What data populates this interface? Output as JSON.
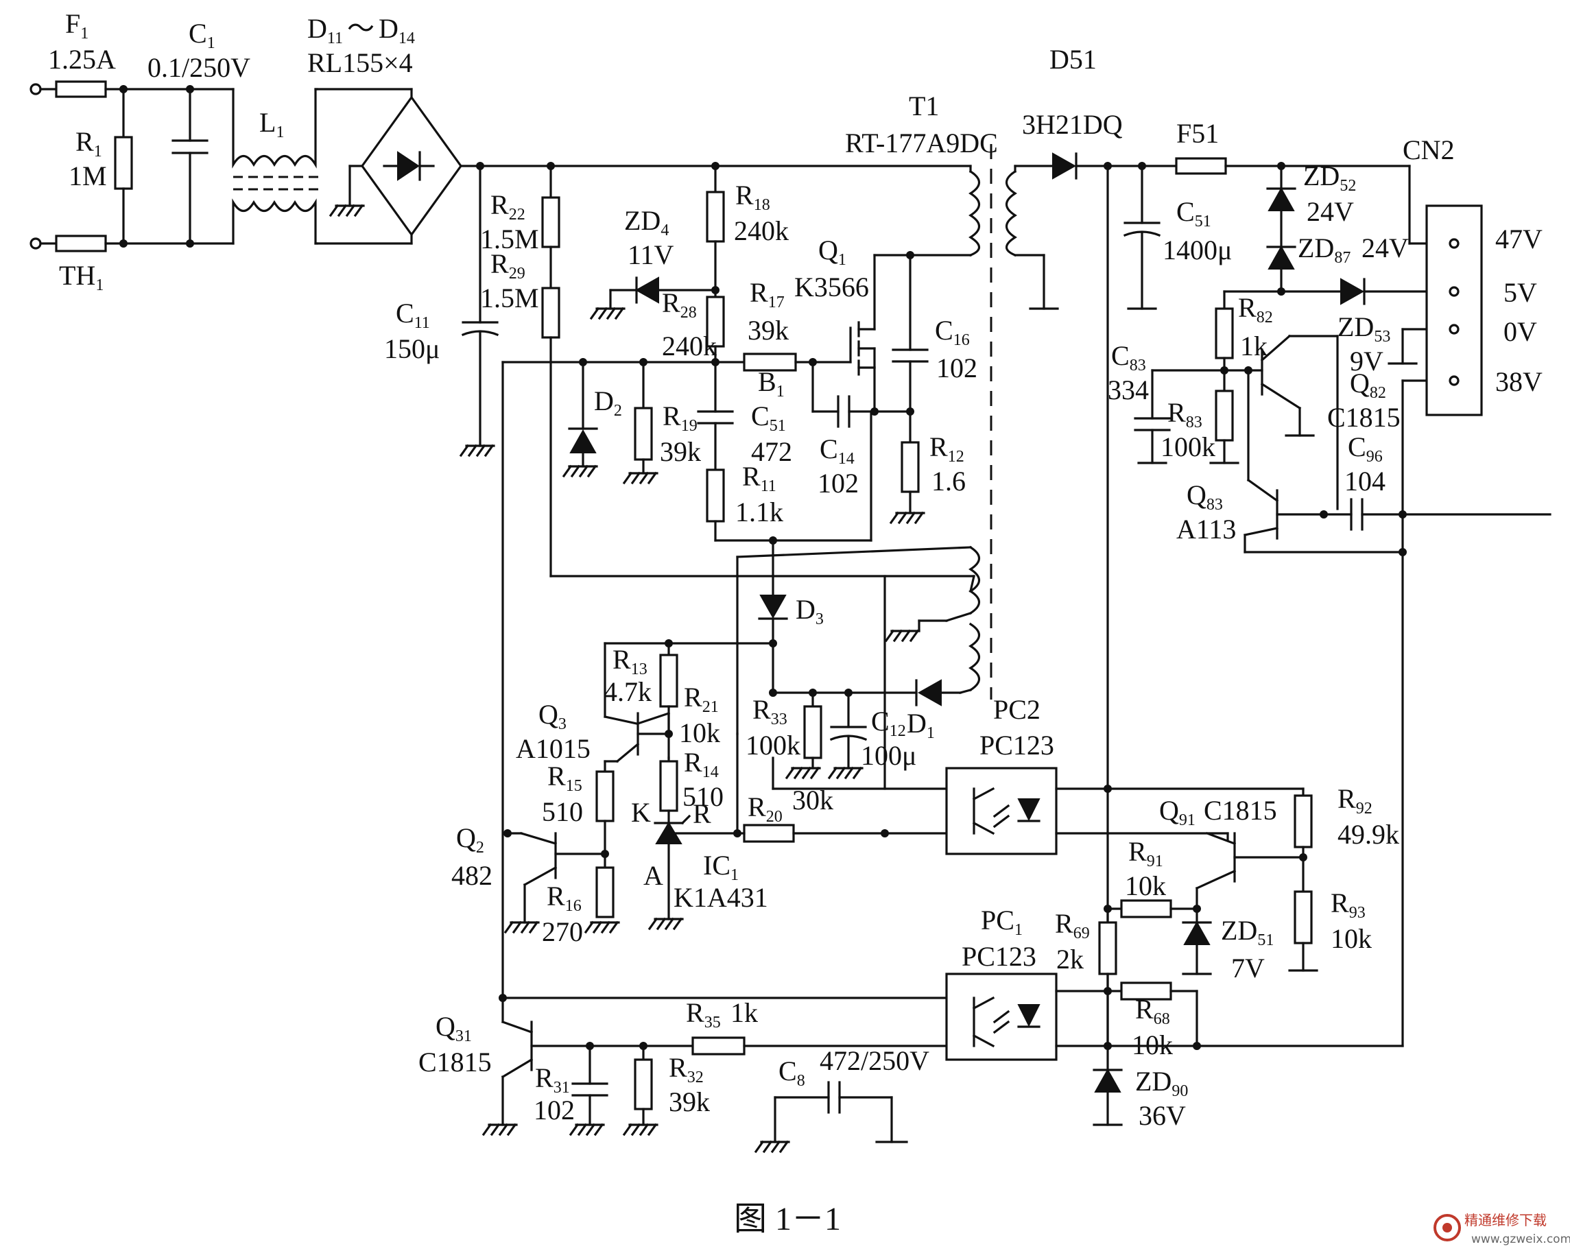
{
  "figure": {
    "caption": "图 1－1",
    "watermark": {
      "title": "精通维修下载",
      "url": "www.gzweix.com"
    }
  },
  "parts": {
    "f1": {
      "ref": "F",
      "sub": "1",
      "value": "1.25A"
    },
    "r1": {
      "ref": "R",
      "sub": "1",
      "value": "1M"
    },
    "th1": {
      "ref": "TH",
      "sub": "1"
    },
    "c1": {
      "ref": "C",
      "sub": "1",
      "value": "0.1/250V"
    },
    "l1": {
      "ref": "L",
      "sub": "1"
    },
    "bridge": {
      "ref_a": "D",
      "sub_a": "11",
      "sep": "～",
      "ref_b": "D",
      "sub_b": "14",
      "value": "RL155×4"
    },
    "r22": {
      "ref": "R",
      "sub": "22",
      "value": "1.5M"
    },
    "r29": {
      "ref": "R",
      "sub": "29",
      "value": "1.5M"
    },
    "c11": {
      "ref": "C",
      "sub": "11",
      "value": "150μ"
    },
    "zd4": {
      "ref": "ZD",
      "sub": "4",
      "value": "11V"
    },
    "r18": {
      "ref": "R",
      "sub": "18",
      "value": "240k"
    },
    "r28": {
      "ref": "R",
      "sub": "28",
      "value": "240k"
    },
    "r17": {
      "ref": "R",
      "sub": "17",
      "value": "39k"
    },
    "b1": {
      "ref": "B",
      "sub": "1"
    },
    "d2": {
      "ref": "D",
      "sub": "2"
    },
    "r19": {
      "ref": "R",
      "sub": "19",
      "value": "39k"
    },
    "c51a": {
      "ref": "C",
      "sub": "51",
      "value": "472"
    },
    "r11": {
      "ref": "R",
      "sub": "11",
      "value": "1.1k"
    },
    "c14": {
      "ref": "C",
      "sub": "14",
      "value": "102"
    },
    "q1": {
      "ref": "Q",
      "sub": "1",
      "value": "K3566"
    },
    "c16": {
      "ref": "C",
      "sub": "16",
      "value": "102"
    },
    "r12": {
      "ref": "R",
      "sub": "12",
      "value": "1.6"
    },
    "t1": {
      "ref": "T1",
      "value": "RT-177A9DC"
    },
    "d3": {
      "ref": "D",
      "sub": "3"
    },
    "d1": {
      "ref": "D",
      "sub": "1"
    },
    "c12": {
      "ref": "C",
      "sub": "12",
      "value": "100μ"
    },
    "r33": {
      "ref": "R",
      "sub": "33",
      "value": "100k"
    },
    "r13": {
      "ref": "R",
      "sub": "13",
      "value": "4.7k"
    },
    "r21": {
      "ref": "R",
      "sub": "21",
      "value": "10k"
    },
    "q3": {
      "ref": "Q",
      "sub": "3",
      "value": "A1015"
    },
    "r14": {
      "ref": "R",
      "sub": "14",
      "value": "510"
    },
    "r15": {
      "ref": "R",
      "sub": "15",
      "value": "510"
    },
    "r20": {
      "ref": "R",
      "sub": "20",
      "value": "30k"
    },
    "ic1": {
      "ref": "IC",
      "sub": "1",
      "value": "K1A431",
      "pin_k": "K",
      "pin_r": "R",
      "pin_a": "A"
    },
    "q2": {
      "ref": "Q",
      "sub": "2",
      "value": "482"
    },
    "r16": {
      "ref": "R",
      "sub": "16",
      "value": "270"
    },
    "pc2": {
      "ref": "PC2",
      "value": "PC123"
    },
    "pc1": {
      "ref": "PC",
      "sub": "1",
      "value": "PC123"
    },
    "q31": {
      "ref": "Q",
      "sub": "31",
      "value": "C1815"
    },
    "r31": {
      "ref": "R",
      "sub": "31",
      "value": "102"
    },
    "r32": {
      "ref": "R",
      "sub": "32",
      "value": "39k"
    },
    "r35": {
      "ref": "R",
      "sub": "35",
      "value": "1k"
    },
    "c8": {
      "ref": "C",
      "sub": "8",
      "value": "472/250V"
    },
    "d51": {
      "ref": "D51",
      "value": "3H21DQ"
    },
    "f51": {
      "ref": "F51"
    },
    "c51": {
      "ref": "C",
      "sub": "51",
      "value": "1400μ"
    },
    "zd52": {
      "ref": "ZD",
      "sub": "52",
      "value": "24V"
    },
    "zd87": {
      "ref": "ZD",
      "sub": "87",
      "value": "24V"
    },
    "zd53": {
      "ref": "ZD",
      "sub": "53",
      "value": "9V"
    },
    "r82": {
      "ref": "R",
      "sub": "82",
      "value": "1k"
    },
    "c83": {
      "ref": "C",
      "sub": "83",
      "value": "334"
    },
    "r83": {
      "ref": "R",
      "sub": "83",
      "value": "100k"
    },
    "q82": {
      "ref": "Q",
      "sub": "82",
      "value": "C1815"
    },
    "c96": {
      "ref": "C",
      "sub": "96",
      "value": "104"
    },
    "q83": {
      "ref": "Q",
      "sub": "83",
      "value": "A113"
    },
    "q91": {
      "ref": "Q",
      "sub": "91",
      "value": "C1815"
    },
    "r92": {
      "ref": "R",
      "sub": "92",
      "value": "49.9k"
    },
    "r93": {
      "ref": "R",
      "sub": "93",
      "value": "10k"
    },
    "r91": {
      "ref": "R",
      "sub": "91",
      "value": "10k"
    },
    "zd51": {
      "ref": "ZD",
      "sub": "51",
      "value": "7V"
    },
    "r69": {
      "ref": "R",
      "sub": "69",
      "value": "2k"
    },
    "r68": {
      "ref": "R",
      "sub": "68",
      "value": "10k"
    },
    "zd90": {
      "ref": "ZD",
      "sub": "90",
      "value": "36V"
    },
    "cn2": {
      "ref": "CN2",
      "pins": [
        "47V",
        "5V",
        "0V",
        "38V"
      ]
    }
  }
}
